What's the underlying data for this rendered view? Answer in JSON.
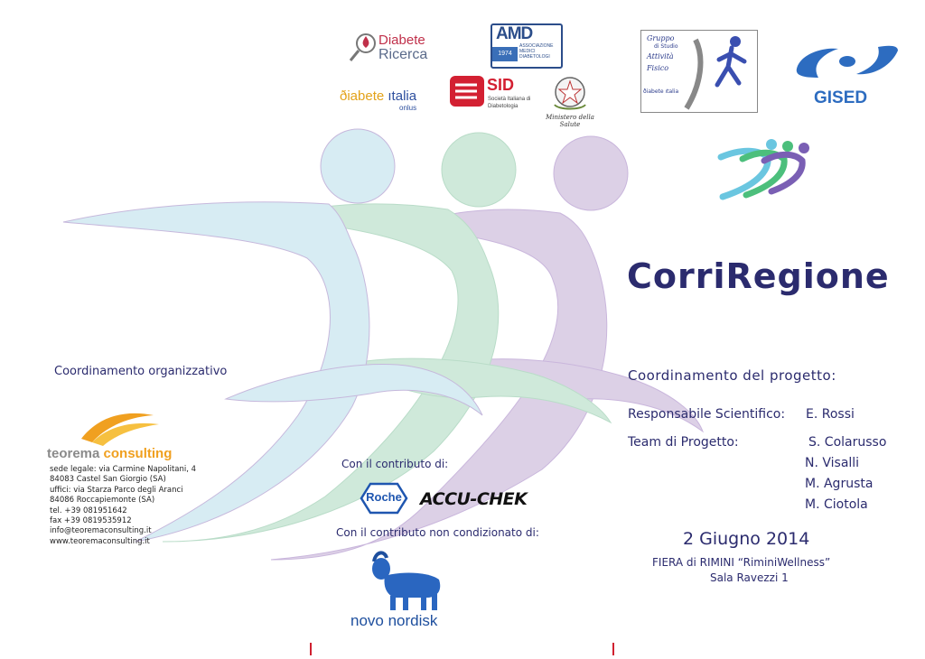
{
  "logos": {
    "diabete_ricerca": {
      "line1": "Diabete",
      "line2": "Ricerca"
    },
    "amd": {
      "big": "AMD",
      "year": "1974",
      "small": "ASSOCIAZIONE MEDICI DIABETOLOGI"
    },
    "diabete_italia": {
      "main_a": "ðiabete ",
      "main_b": "ıtalia",
      "sub": "onlus"
    },
    "sid": {
      "label": "SID",
      "sub": "Società Italiana di Diabetologia"
    },
    "ministero": {
      "label": "Ministero della Salute"
    },
    "gruppo": {
      "t1": "Gruppo",
      "t2": "di Studio",
      "t3": "Attività",
      "t4": "Fisico",
      "t5": "ðiabete ıtalia"
    },
    "gised": {
      "label": "GISED"
    },
    "teorema": {
      "name_a": "teorema ",
      "name_b": "consulting"
    },
    "roche": {
      "label": "Roche"
    },
    "accu_chek": {
      "label": "ACCU-CHEK"
    },
    "novo": {
      "label": "novo nordisk"
    }
  },
  "title": "CorriRegione",
  "coordinamento_organizzativo": "Coordinamento organizzativo",
  "coordinamento_progetto": "Coordinamento del progetto:",
  "responsabile_label": "Responsabile Scientifico:",
  "responsabile_name": "E. Rossi",
  "team_label": "Team di Progetto:",
  "team": [
    "S. Colarusso",
    "N. Visalli",
    "M. Agrusta",
    "M. Ciotola"
  ],
  "address_lines": [
    "sede legale: via Carmine Napolitani, 4",
    "84083 Castel San Giorgio (SA)",
    "uffici: via Starza Parco degli Aranci",
    "84086 Roccapiemonte (SA)",
    "tel. +39 081951642",
    "fax +39 0819535912",
    "info@teoremaconsulting.it",
    "www.teoremaconsulting.it"
  ],
  "contributo": "Con il contributo di:",
  "contributo_non_condizionato": "Con il contributo non condizionato di:",
  "date": "2 Giugno 2014",
  "venue": "FIERA di RIMINI “RiminiWellness”",
  "venue_room": "Sala Ravezzi 1",
  "colors": {
    "figure_blue": "#d7ecf3",
    "figure_green": "#cfe9da",
    "figure_purple": "#dcd0e6",
    "text_navy": "#2b2b6e",
    "accent_red": "#d02030"
  }
}
